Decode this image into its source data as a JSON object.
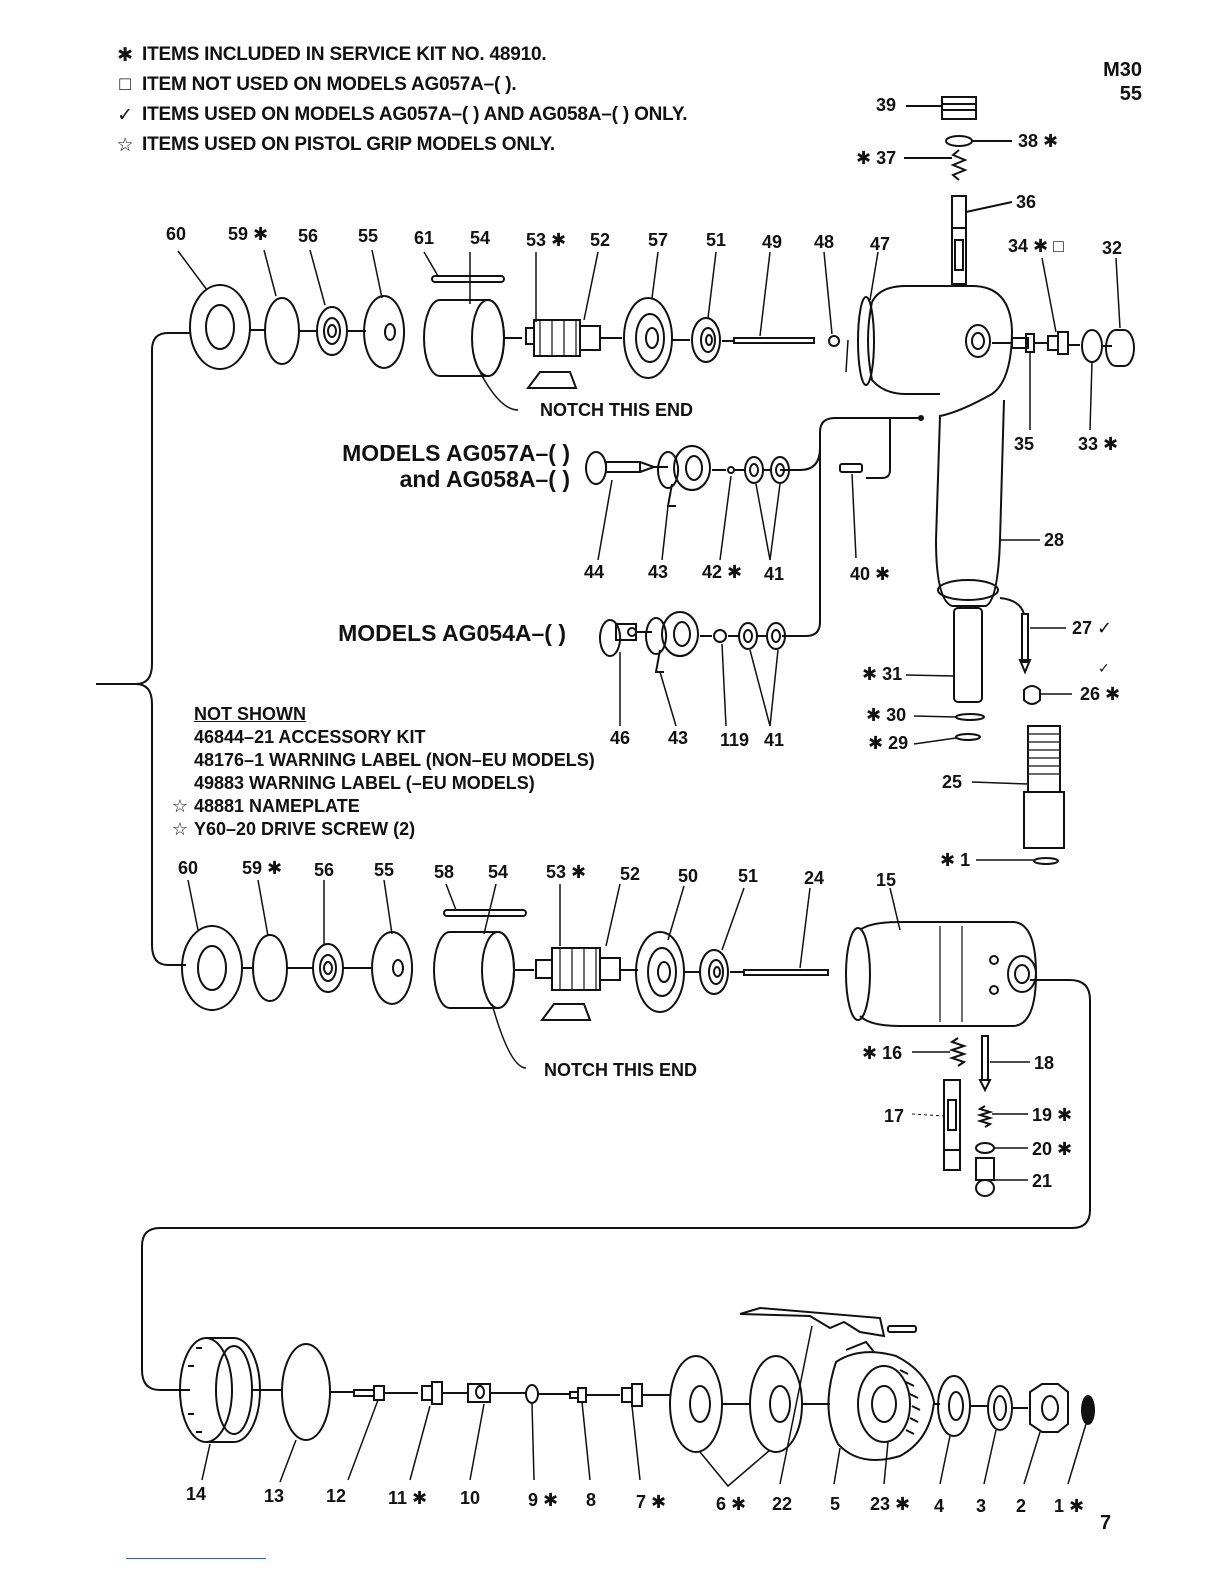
{
  "legend": [
    {
      "symbol": "✱",
      "symbol_name": "asterisk-icon",
      "text": "ITEMS INCLUDED IN SERVICE KIT NO. 48910."
    },
    {
      "symbol": "□",
      "symbol_name": "square-icon",
      "text": "ITEM NOT USED ON MODELS AG057A–( )."
    },
    {
      "symbol": "✓",
      "symbol_name": "check-icon",
      "text": "ITEMS USED ON MODELS AG057A–( ) AND AG058A–( ) ONLY."
    },
    {
      "symbol": "☆",
      "symbol_name": "star-icon",
      "text": "ITEMS USED ON PISTOL GRIP MODELS ONLY."
    }
  ],
  "page_ref": {
    "line1": "M30",
    "line2": "55"
  },
  "page_number": "7",
  "models_ag057": {
    "line1": "MODELS AG057A–( )",
    "line2": "and AG058A–( )"
  },
  "models_ag054": "MODELS AG054A–( )",
  "notch_label": "NOTCH THIS END",
  "not_shown": {
    "header": "NOT SHOWN",
    "items": [
      {
        "star": "",
        "text": "46844–21 ACCESSORY KIT"
      },
      {
        "star": "",
        "text": "48176–1 WARNING LABEL (NON–EU MODELS)"
      },
      {
        "star": "",
        "text": "49883 WARNING LABEL (–EU MODELS)"
      },
      {
        "star": "☆",
        "text": "48881 NAMEPLATE"
      },
      {
        "star": "☆",
        "text": "Y60–20 DRIVE SCREW (2)"
      }
    ]
  },
  "labels": {
    "p39": "39",
    "p38": "38 ✱",
    "p37": "✱ 37",
    "p36": "36",
    "p60a": "60",
    "p59a": "59 ✱",
    "p56a": "56",
    "p55a": "55",
    "p61": "61",
    "p54a": "54",
    "p53a": "53 ✱",
    "p52a": "52",
    "p57": "57",
    "p51a": "51",
    "p49": "49",
    "p48": "48",
    "p47": "47",
    "p34": "34 ✱ □",
    "p32": "32",
    "p35": "35",
    "p33": "33 ✱",
    "p44": "44",
    "p43a": "43",
    "p42": "42 ✱",
    "p41a": "41",
    "p40": "40 ✱",
    "p28": "28",
    "p27": "27 ✓",
    "p31": "✱ 31",
    "p26": "26 ✱",
    "p26mark": "✓",
    "p46": "46",
    "p43b": "43",
    "p119": "119",
    "p41b": "41",
    "p30": "✱ 30",
    "p29": "✱ 29",
    "p25": "25",
    "p1a": "✱ 1",
    "p60b": "60",
    "p59b": "59 ✱",
    "p56b": "56",
    "p55b": "55",
    "p58": "58",
    "p54b": "54",
    "p53b": "53 ✱",
    "p52b": "52",
    "p50": "50",
    "p51b": "51",
    "p24": "24",
    "p15": "15",
    "p16": "✱ 16",
    "p18": "18",
    "p17": "17",
    "p19": "19 ✱",
    "p20": "20 ✱",
    "p21": "21",
    "p14": "14",
    "p13": "13",
    "p12": "12",
    "p11": "11 ✱",
    "p10": "10",
    "p9": "9 ✱",
    "p8": "8",
    "p7": "7 ✱",
    "p6": "6 ✱",
    "p22": "22",
    "p5": "5",
    "p23": "23 ✱",
    "p4": "4",
    "p3": "3",
    "p2": "2",
    "p1b": "1 ✱"
  }
}
